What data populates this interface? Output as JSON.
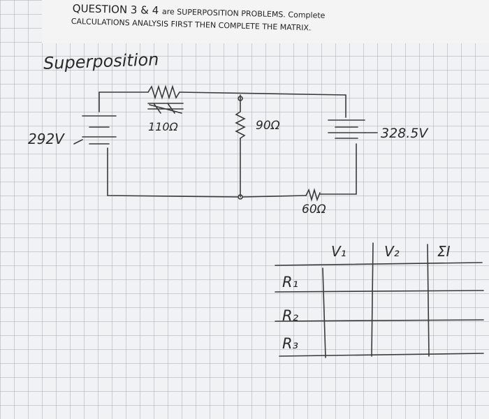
{
  "header": {
    "title_main": "QUESTION 3 & 4",
    "title_rest": "are SUPERPOSITION PROBLEMS. Complete",
    "subtitle": "CALCULATIONS ANALYSIS FIRST THEN COMPLETE THE MATRIX."
  },
  "notes": {
    "heading": "Superposition"
  },
  "circuit": {
    "source_left": "292V",
    "resistor_top": "110Ω",
    "resistor_middle": "90Ω",
    "source_right": "328.5V",
    "resistor_bottom": "60Ω"
  },
  "matrix": {
    "columns": [
      "V₁",
      "V₂",
      "ΣI"
    ],
    "rows": [
      "R₁",
      "R₂",
      "R₃"
    ]
  }
}
